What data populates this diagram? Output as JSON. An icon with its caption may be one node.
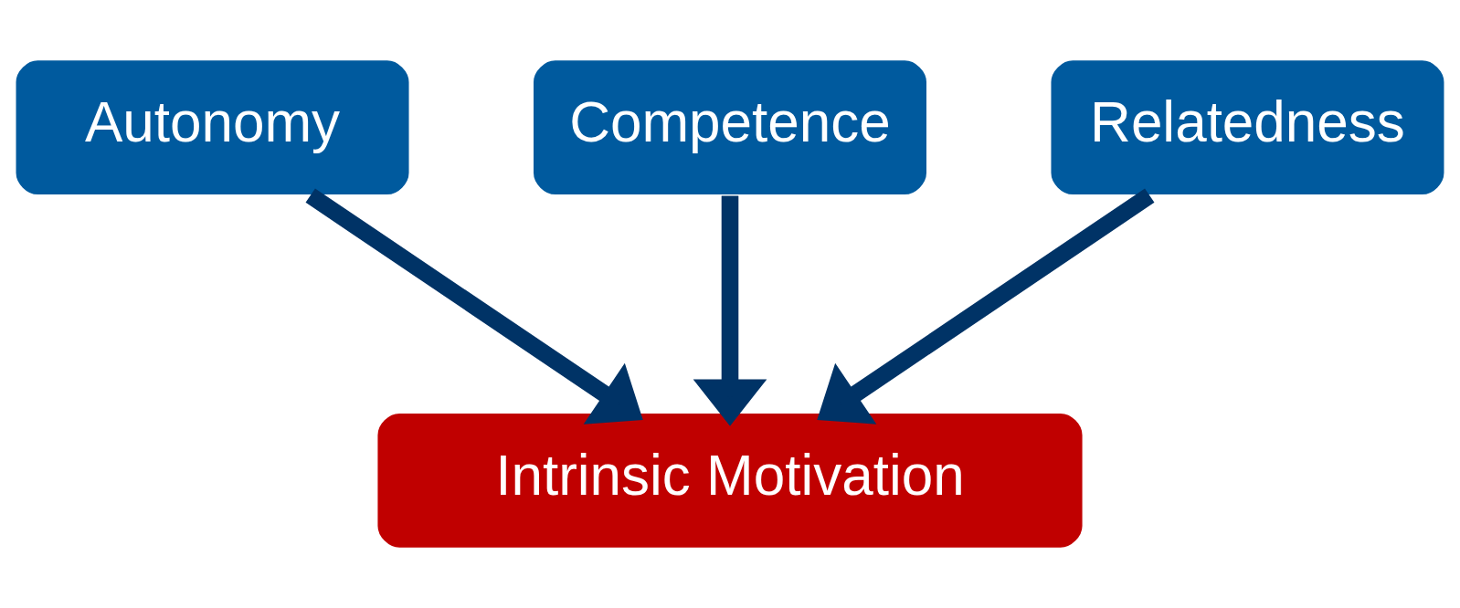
{
  "diagram": {
    "nodes": [
      {
        "text": [
          "Competence"
        ]
      },
      {
        "text": [
          "Autonomy"
        ]
      },
      {
        "text": [
          "Relatedness"
        ]
      },
      {
        "text": [
          "Intrinsic Motivation"
        ]
      }
    ],
    "edges": [
      {
        "from": 1,
        "to": 3,
        "arrow": "to"
      },
      {
        "from": 0,
        "to": 3,
        "arrow": "to"
      },
      {
        "from": 2,
        "to": 3,
        "arrow": "to"
      }
    ]
  }
}
